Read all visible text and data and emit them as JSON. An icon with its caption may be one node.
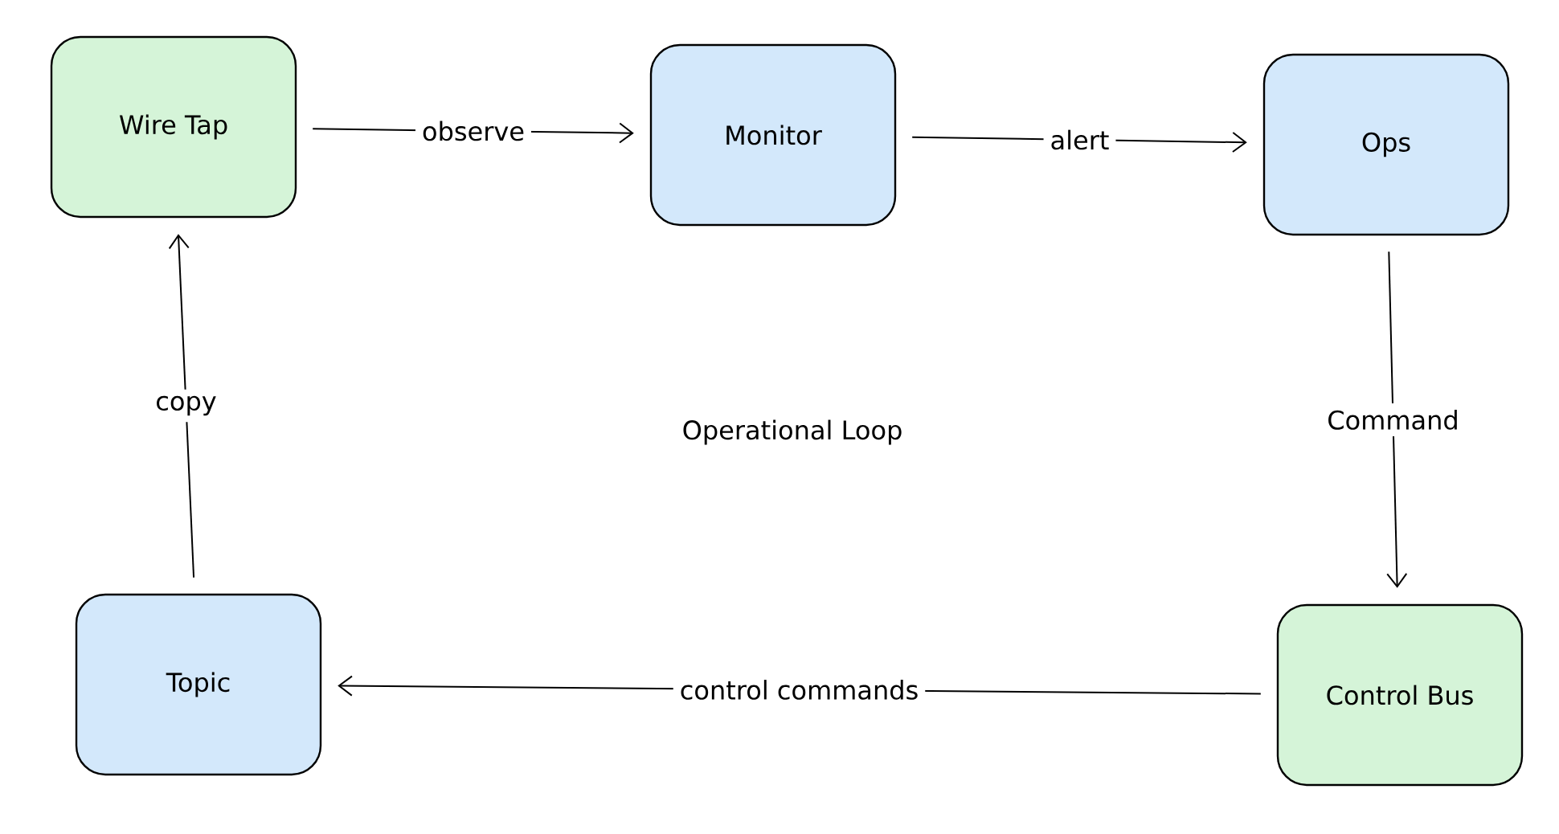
{
  "diagram": {
    "nodes": [
      {
        "text": [
          "Wire Tap"
        ]
      },
      {
        "text": [
          "Monitor"
        ]
      },
      {
        "text": [
          "Ops"
        ]
      },
      {
        "text": [
          "Topic"
        ]
      },
      {
        "text": [
          "Control Bus"
        ]
      }
    ],
    "edges": [
      {
        "from": 0,
        "to": 1,
        "arrow": "to",
        "label": "observe"
      },
      {
        "from": 1,
        "to": 2,
        "arrow": "to",
        "label": "alert"
      },
      {
        "from": 2,
        "to": 4,
        "arrow": "to",
        "label": "Command"
      },
      {
        "from": 4,
        "to": 3,
        "arrow": "to",
        "label": "control commands"
      },
      {
        "from": 3,
        "to": 0,
        "arrow": "to",
        "label": "copy"
      }
    ],
    "labels": [
      "Operational Loop"
    ]
  }
}
